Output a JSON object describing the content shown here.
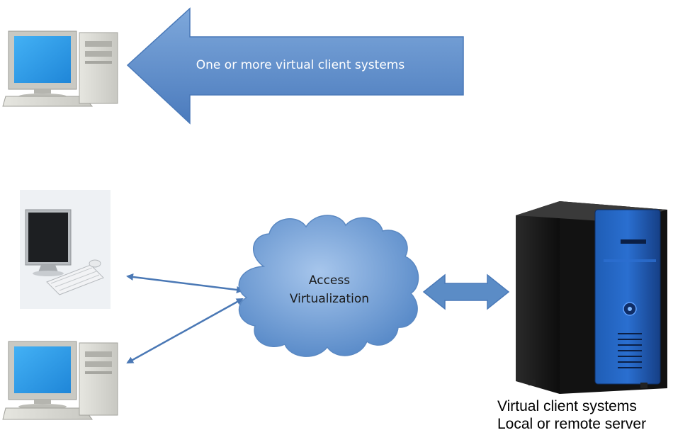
{
  "diagram": {
    "top_arrow": {
      "label": "One or more virtual client systems"
    },
    "cloud": {
      "line1": "Access",
      "line2": "Virtualization"
    },
    "server": {
      "line1": "Virtual client systems",
      "line2": "Local or remote server"
    }
  },
  "colors": {
    "arrow_fill": "#5b8cc6",
    "cloud_fill": "#6f9fd6",
    "connector": "#4a78b5",
    "monitor_screen": "#2f9ae6",
    "server_blue": "#1c4f9e"
  },
  "icons": [
    "desktop-computer-icon",
    "flat-panel-computer-icon",
    "tower-server-icon"
  ]
}
